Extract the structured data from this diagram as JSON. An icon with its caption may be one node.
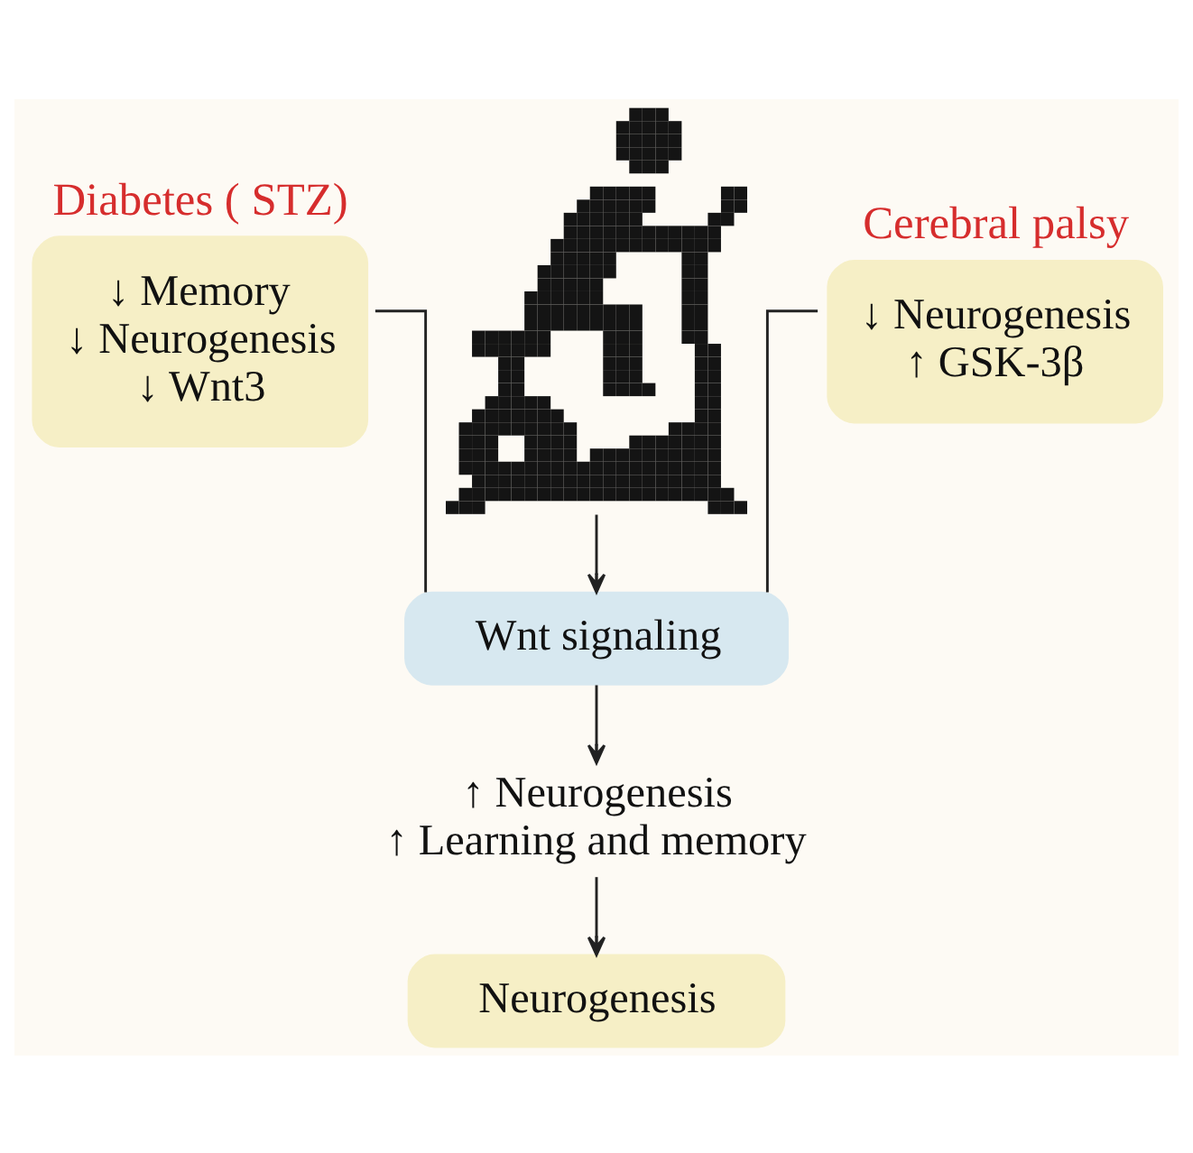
{
  "diagram": {
    "nodes": [
      {
        "text": [],
        "shape": "picture"
      },
      {
        "text": [
          "Diabetes ( STZ)",
          "↓ Memory",
          "↓ Neurogenesis",
          "↓ Wnt3"
        ]
      },
      {
        "text": [
          "Cerebral palsy",
          "↓ Neurogenesis",
          "↑ GSK-3β"
        ]
      },
      {
        "text": [
          "Wnt signaling"
        ]
      },
      {
        "text": [
          "↑ Neurogenesis",
          "↑ Learning and memory"
        ]
      },
      {
        "text": [
          "Neurogenesis"
        ]
      }
    ],
    "edges": [
      {
        "from": 0,
        "to": 3,
        "arrow": "to"
      },
      {
        "from": 1,
        "to": 3,
        "arrow": "none"
      },
      {
        "from": 2,
        "to": 3,
        "arrow": "none"
      },
      {
        "from": 3,
        "to": 4,
        "arrow": "to"
      },
      {
        "from": 4,
        "to": 5,
        "arrow": "to"
      }
    ]
  }
}
